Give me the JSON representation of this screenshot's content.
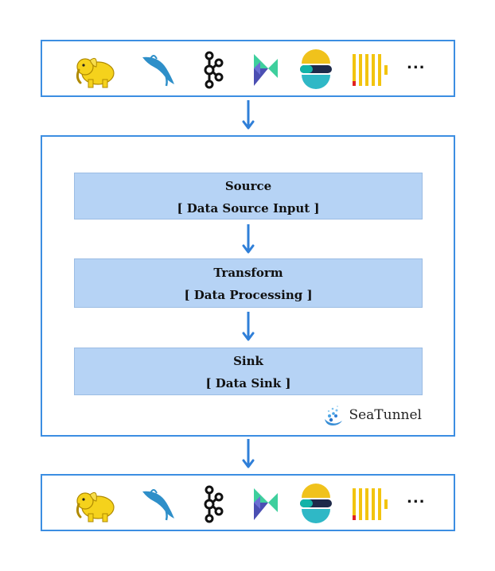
{
  "connectors": {
    "icons": [
      "hadoop-elephant-icon",
      "mysql-dolphin-icon",
      "kafka-icon",
      "kudu-icon",
      "elasticsearch-icon",
      "clickhouse-icon"
    ],
    "more_label": "..."
  },
  "stages": [
    {
      "title": "Source",
      "subtitle": "[ Data Source Input ]"
    },
    {
      "title": "Transform",
      "subtitle": "[ Data Processing ]"
    },
    {
      "title": "Sink",
      "subtitle": "[ Data Sink ]"
    }
  ],
  "brand": {
    "name": "SeaTunnel"
  },
  "colors": {
    "border": "#3c8ee2",
    "stage_fill": "#b6d3f5",
    "arrow": "#2f7fd8"
  }
}
